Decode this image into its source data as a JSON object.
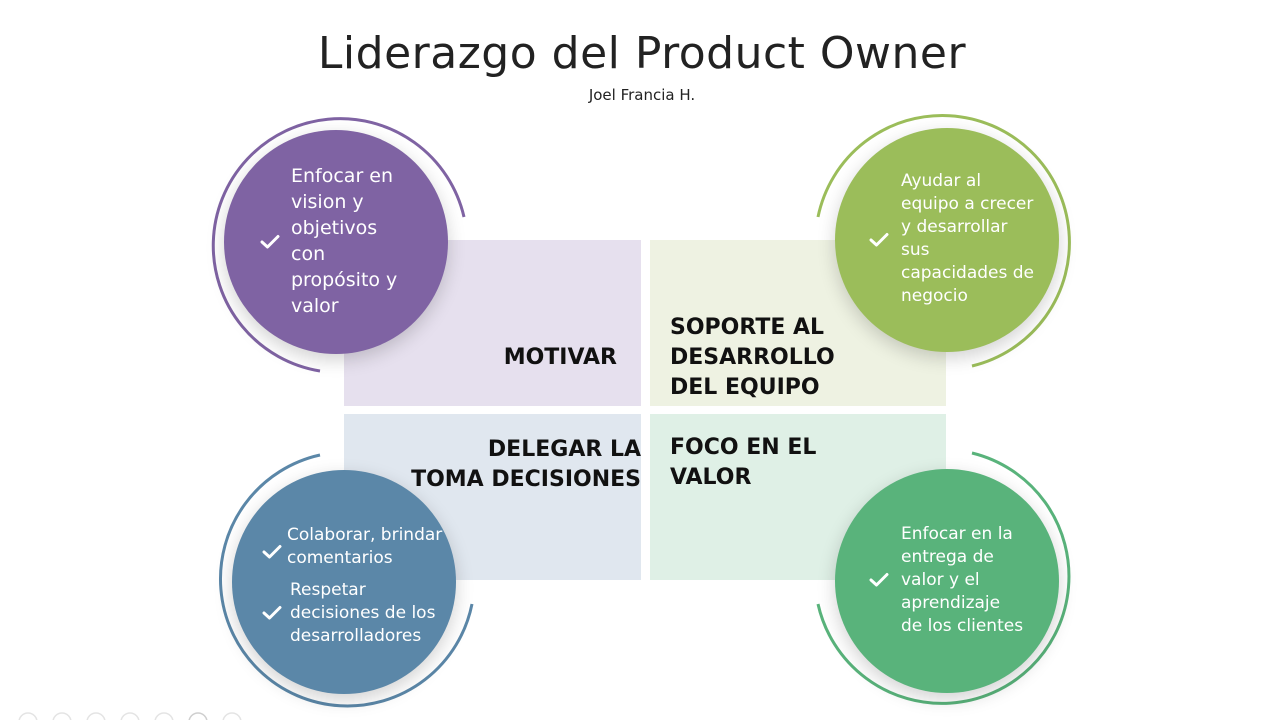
{
  "title": "Liderazgo del Product Owner",
  "subtitle": "Joel Francia H.",
  "colors": {
    "motivar": "#7f63a3",
    "soporte": "#9bbd5a",
    "delegar": "#5b87a8",
    "foco": "#59b37b",
    "panel_motivar": "#e6e0ee",
    "panel_soporte": "#eef2e2",
    "panel_delegar": "#e0e7ef",
    "panel_foco": "#dff0e6"
  },
  "quadrants": {
    "motivar": {
      "label_lines": [
        "MOTIVAR"
      ],
      "text_lines": [
        "Enfocar en",
        "vision y",
        "objetivos",
        "con",
        "propósito y",
        "valor"
      ],
      "icon": "check-icon"
    },
    "soporte": {
      "label_lines": [
        "SOPORTE AL",
        "DESARROLLO",
        "DEL EQUIPO"
      ],
      "text_lines": [
        "Ayudar al",
        "equipo a crecer",
        "y desarrollar",
        "sus",
        "capacidades de",
        "negocio"
      ],
      "icon": "check-icon"
    },
    "delegar": {
      "label_lines": [
        "DELEGAR LA",
        "TOMA DECISIONES"
      ],
      "item1_lines": [
        "Colaborar, brindar",
        "comentarios"
      ],
      "item2_lines": [
        "Respetar",
        "decisiones de los",
        "desarrolladores"
      ],
      "icon": "check-icon"
    },
    "foco": {
      "label_lines": [
        "FOCO EN EL",
        "VALOR"
      ],
      "text_lines": [
        "Enfocar en la",
        "entrega de",
        "valor y el",
        "aprendizaje",
        "de los clientes"
      ],
      "icon": "check-icon"
    }
  }
}
